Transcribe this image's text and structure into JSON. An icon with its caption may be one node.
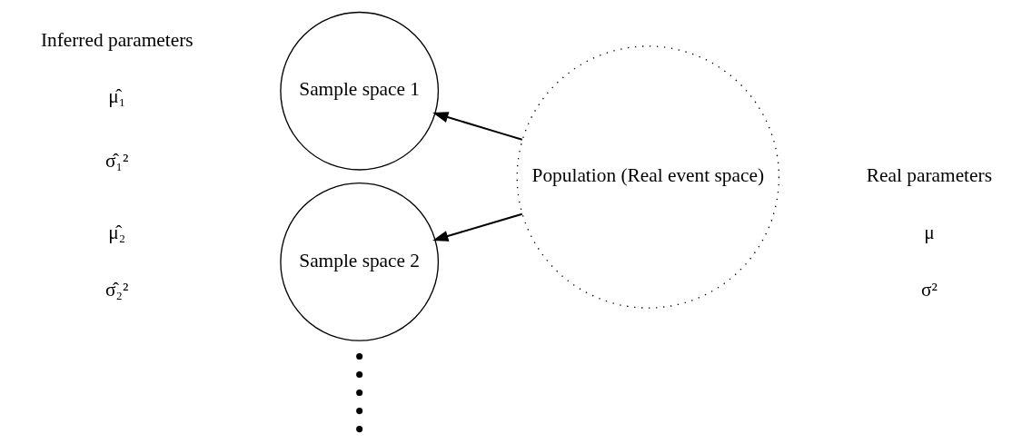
{
  "diagram": {
    "nodes": [
      {
        "text": [
          "Population (Real event space)"
        ]
      },
      {
        "text": [
          "Sample space 1"
        ]
      },
      {
        "text": [
          "Sample space 2"
        ]
      }
    ],
    "edges": [
      {
        "from": 0,
        "to": 1,
        "arrow": "to"
      },
      {
        "from": 0,
        "to": 2,
        "arrow": "to"
      }
    ],
    "labels": [
      "Inferred parameters",
      "μ̂₁",
      "σ̂₁²",
      "μ̂₂",
      "σ̂₂²",
      "Real parameters",
      "μ",
      "σ²"
    ]
  }
}
